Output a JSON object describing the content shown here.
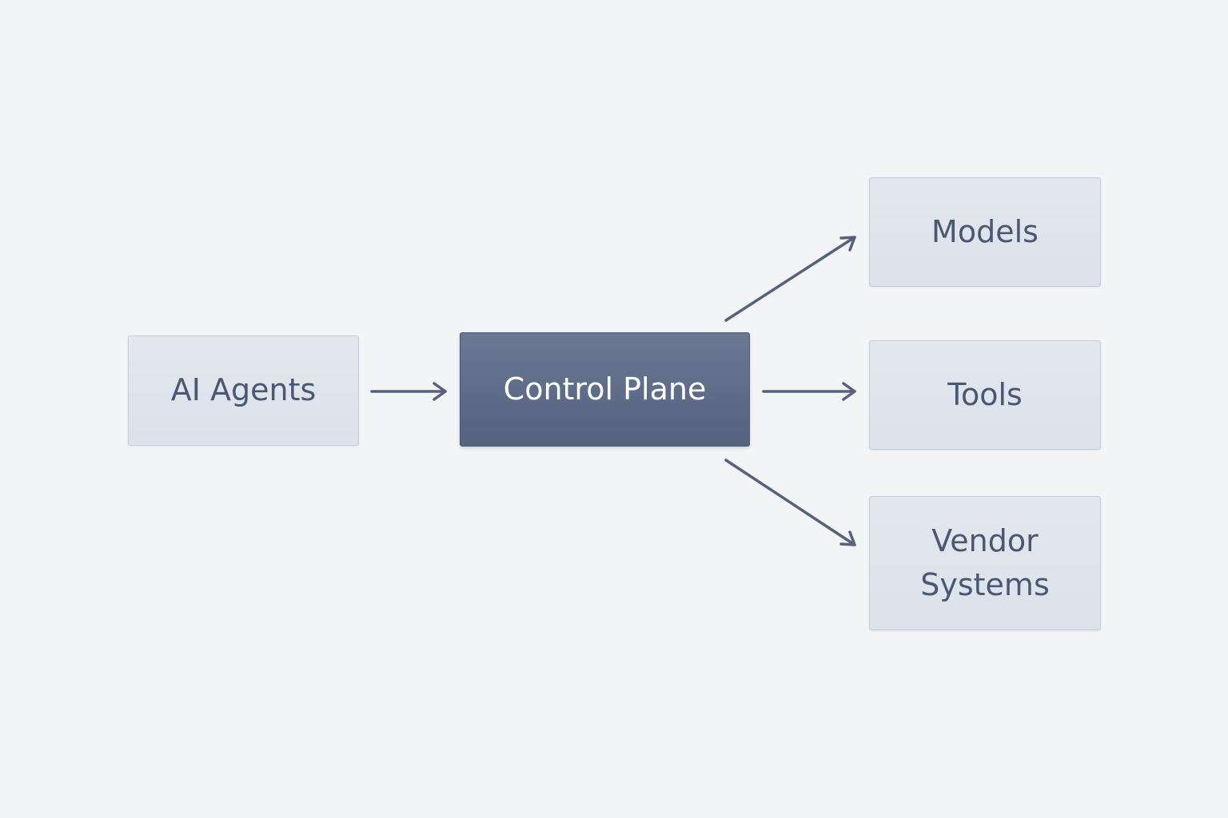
{
  "diagram": {
    "nodes": {
      "agents": {
        "label": "AI Agents"
      },
      "control": {
        "label": "Control Plane"
      },
      "models": {
        "label": "Models"
      },
      "tools": {
        "label": "Tools"
      },
      "vendor": {
        "line1": "Vendor",
        "line2": "Systems"
      }
    },
    "edges": [
      {
        "from": "AI Agents",
        "to": "Control Plane"
      },
      {
        "from": "Control Plane",
        "to": "Models"
      },
      {
        "from": "Control Plane",
        "to": "Tools"
      },
      {
        "from": "Control Plane",
        "to": "Vendor Systems"
      }
    ],
    "colors": {
      "background": "#f2f4f6",
      "node_fill": "#e0e5ec",
      "node_border": "#c5ccd8",
      "node_text": "#4a5874",
      "central_fill": "#5f6c89",
      "central_text": "#ffffff",
      "arrow": "#56627c"
    }
  }
}
